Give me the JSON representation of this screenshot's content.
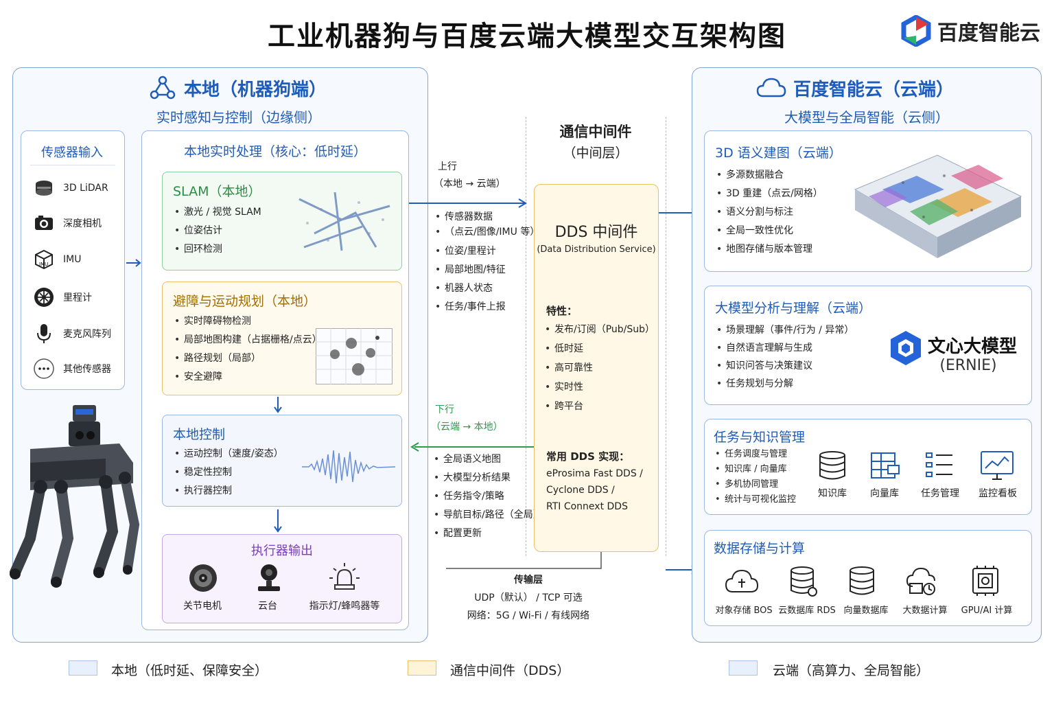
{
  "title": "工业机器狗与百度云端大模型交互架构图",
  "logo": {
    "text": "百度智能云"
  },
  "local": {
    "title": "本地（机器狗端）",
    "subtitle": "实时感知与控制（边缘侧）",
    "sensors": {
      "title": "传感器输入",
      "items": [
        "3D LiDAR",
        "深度相机",
        "IMU",
        "里程计",
        "麦克风阵列",
        "其他传感器"
      ]
    },
    "processing": {
      "title": "本地实时处理（核心：低时延）",
      "slam": {
        "title": "SLAM（本地）",
        "items": [
          "激光 / 视觉 SLAM",
          "位姿估计",
          "回环检测"
        ]
      },
      "planning": {
        "title": "避障与运动规划（本地）",
        "items": [
          "实时障碍物检测",
          "局部地图构建（占据栅格/点云）",
          "路径规划（局部）",
          "安全避障"
        ]
      },
      "control": {
        "title": "本地控制",
        "items": [
          "运动控制（速度/姿态）",
          "稳定性控制",
          "执行器控制"
        ]
      },
      "actuators": {
        "title": "执行器输出",
        "items": [
          "关节电机",
          "云台",
          "指示灯/蜂鸣器等"
        ]
      }
    }
  },
  "middle": {
    "title": "通信中间件",
    "subtitle": "（中间层）",
    "uplink": {
      "label": "上行",
      "dir": "（本地 → 云端）",
      "items": [
        "传感器数据",
        "（点云/图像/IMU 等）",
        "位姿/里程计",
        "局部地图/特征",
        "机器人状态",
        "任务/事件上报"
      ]
    },
    "downlink": {
      "label": "下行",
      "dir": "（云端 → 本地）",
      "items": [
        "全局语义地图",
        "大模型分析结果",
        "任务指令/策略",
        "导航目标/路径（全局）",
        "配置更新"
      ]
    },
    "dds": {
      "title": "DDS 中间件",
      "subtitle": "(Data Distribution Service)",
      "features_title": "特性：",
      "features": [
        "发布/订阅（Pub/Sub）",
        "低时延",
        "高可靠性",
        "实时性",
        "跨平台"
      ],
      "impl_title": "常用 DDS 实现：",
      "impl": [
        "eProsima Fast DDS /",
        "Cyclone DDS /",
        "RTI Connext DDS"
      ]
    },
    "transport": {
      "title": "传输层",
      "line1": "UDP（默认） / TCP 可选",
      "line2": "网络：5G / Wi-Fi / 有线网络"
    }
  },
  "cloud": {
    "title": "百度智能云（云端）",
    "subtitle": "大模型与全局智能（云侧）",
    "mapping": {
      "title": "3D 语义建图（云端）",
      "items": [
        "多源数据融合",
        "3D 重建（点云/网格）",
        "语义分割与标注",
        "全局一致性优化",
        "地图存储与版本管理"
      ]
    },
    "analysis": {
      "title": "大模型分析与理解（云端）",
      "items": [
        "场景理解（事件/行为 / 异常）",
        "自然语言理解与生成",
        "知识问答与决策建议",
        "任务规划与分解"
      ],
      "model_name": "文心大模型",
      "model_en": "(ERNIE)"
    },
    "task": {
      "title": "任务与知识管理",
      "items": [
        "任务调度与管理",
        "知识库 / 向量库",
        "多机协同管理",
        "统计与可视化监控"
      ],
      "icons": [
        "知识库",
        "向量库",
        "任务管理",
        "监控看板"
      ]
    },
    "storage": {
      "title": "数据存储与计算",
      "icons": [
        "对象存储 BOS",
        "云数据库 RDS",
        "向量数据库",
        "大数据计算",
        "GPU/AI 计算"
      ]
    }
  },
  "legend": [
    "本地（低时延、保障安全）",
    "通信中间件（DDS）",
    "云端（高算力、全局智能）"
  ],
  "colors": {
    "blue": "#1f5bb8",
    "green": "#2e9a4a",
    "amber": "#b8860b",
    "purple": "#7a3cc0",
    "dds_bg": "#fff8e6"
  }
}
